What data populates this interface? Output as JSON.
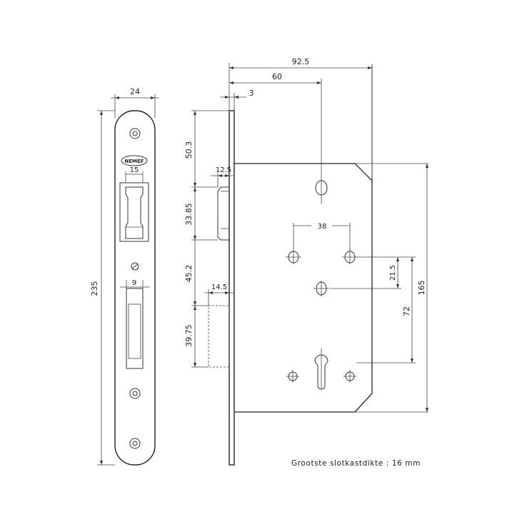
{
  "dimensions": {
    "d_92_5": "92.5",
    "d_60": "60",
    "d_3": "3",
    "d_24": "24",
    "d_15": "15",
    "d_9": "9",
    "d_235": "235",
    "d_50_3": "50.3",
    "d_12_5": "12.5",
    "d_33_85": "33.85",
    "d_45_2": "45.2",
    "d_14_5": "14.5",
    "d_39_75": "39.75",
    "d_38": "38",
    "d_21_5": "21.5",
    "d_72": "72",
    "d_165": "165"
  },
  "logo_text": "NEMEF",
  "note": "Grootste slotkastdikte : 16 mm"
}
